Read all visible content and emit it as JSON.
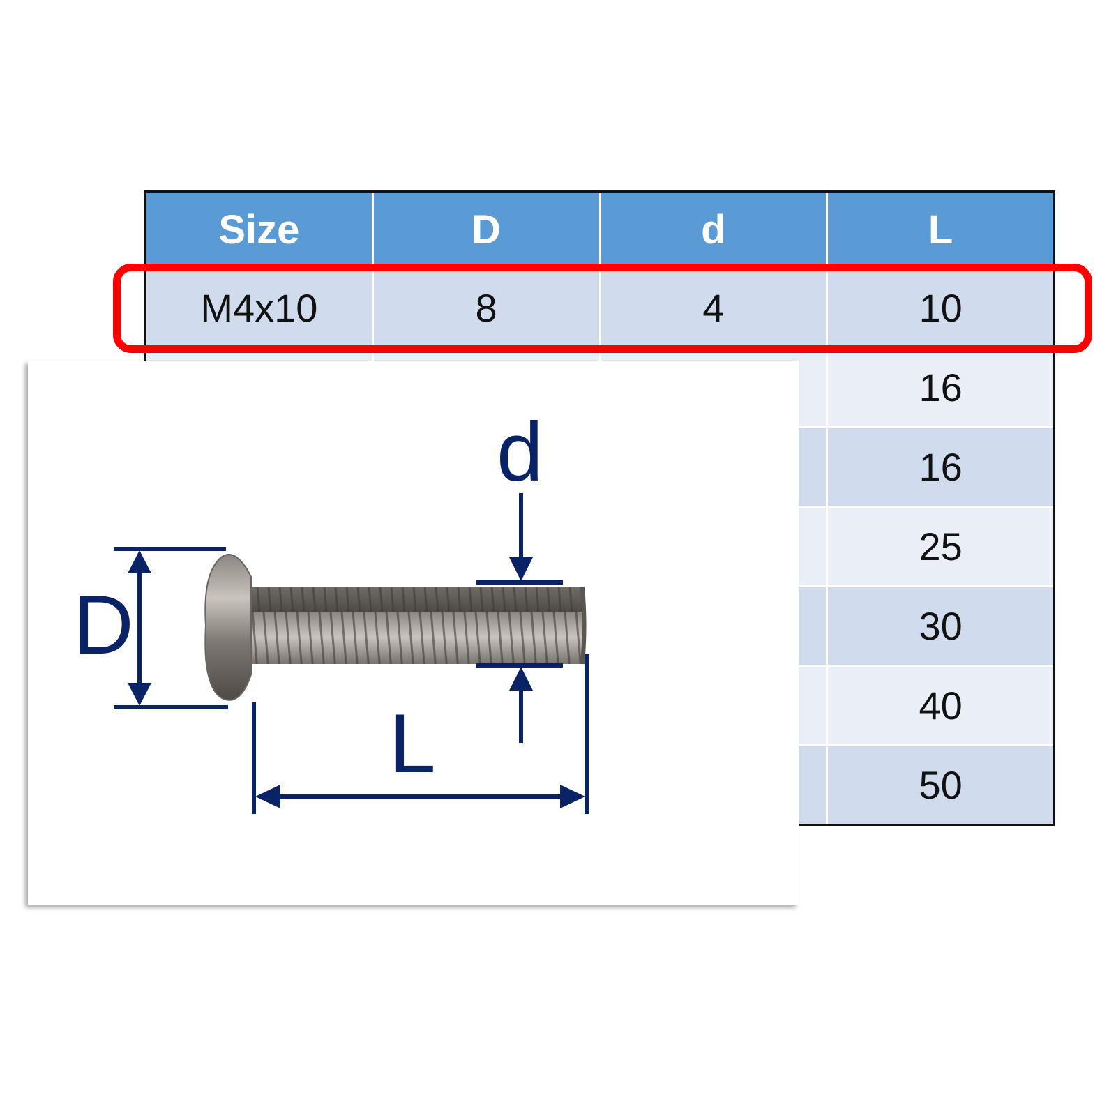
{
  "table": {
    "headers": [
      "Size",
      "D",
      "d",
      "L"
    ],
    "rows": [
      {
        "size": "M4x10",
        "D": "8",
        "d": "4",
        "L": "10"
      },
      {
        "L": "16"
      },
      {
        "L": "16"
      },
      {
        "L": "25"
      },
      {
        "L": "30"
      },
      {
        "L": "40"
      },
      {
        "L": "50"
      }
    ],
    "highlighted_row": 0
  },
  "diagram": {
    "labels": {
      "D": "D",
      "d": "d",
      "L": "L"
    }
  },
  "colors": {
    "header": "#5b9bd5",
    "highlight": "#ff0000",
    "dimension": "#0a2266"
  }
}
